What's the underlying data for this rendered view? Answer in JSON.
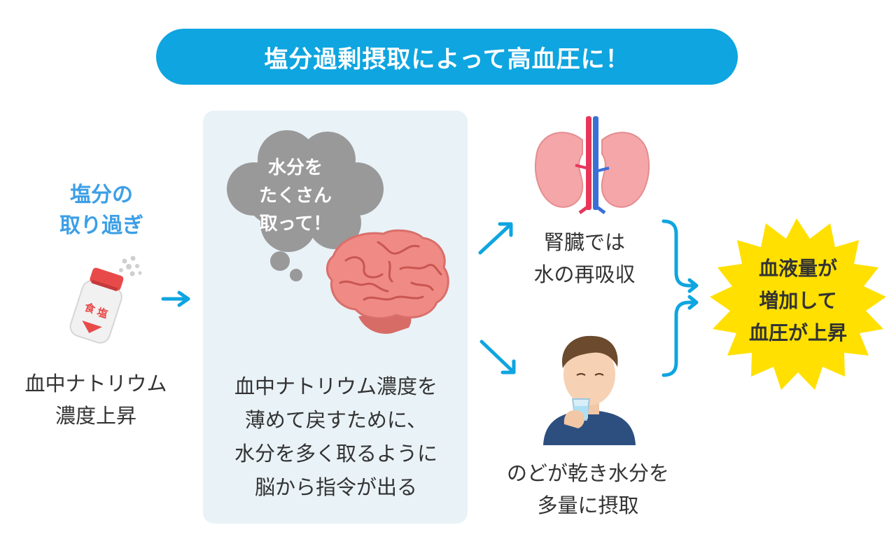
{
  "title": "塩分過剰摂取によって高血圧に！",
  "intake": {
    "label_lines": [
      "塩分の",
      "取り過ぎ"
    ]
  },
  "salt": {
    "label_top": "食",
    "label_bottom": "塩"
  },
  "sodium": {
    "lines": [
      "血中ナトリウム",
      "濃度上昇"
    ]
  },
  "cloud": {
    "lines": [
      "水分を",
      "たくさん",
      "取って！"
    ]
  },
  "brain": {
    "lines": [
      "血中ナトリウム濃度を",
      "薄めて戻すために、",
      "水分を多く取るように",
      "脳から指令が出る"
    ]
  },
  "kidney": {
    "lines": [
      "腎臓では",
      "水の再吸収"
    ]
  },
  "thirst": {
    "lines": [
      "のどが乾き水分を",
      "多量に摂取"
    ]
  },
  "result": {
    "lines": [
      "血液量が",
      "増加して",
      "血圧が上昇"
    ]
  },
  "colors": {
    "accent": "#0ea5e0",
    "panel": "#e9f2f7",
    "burst": "#ffe000",
    "cloud": "#999999",
    "brain": "#f08a84",
    "kidney": "#f4a6a8",
    "label_blue": "#3d9fe6"
  }
}
